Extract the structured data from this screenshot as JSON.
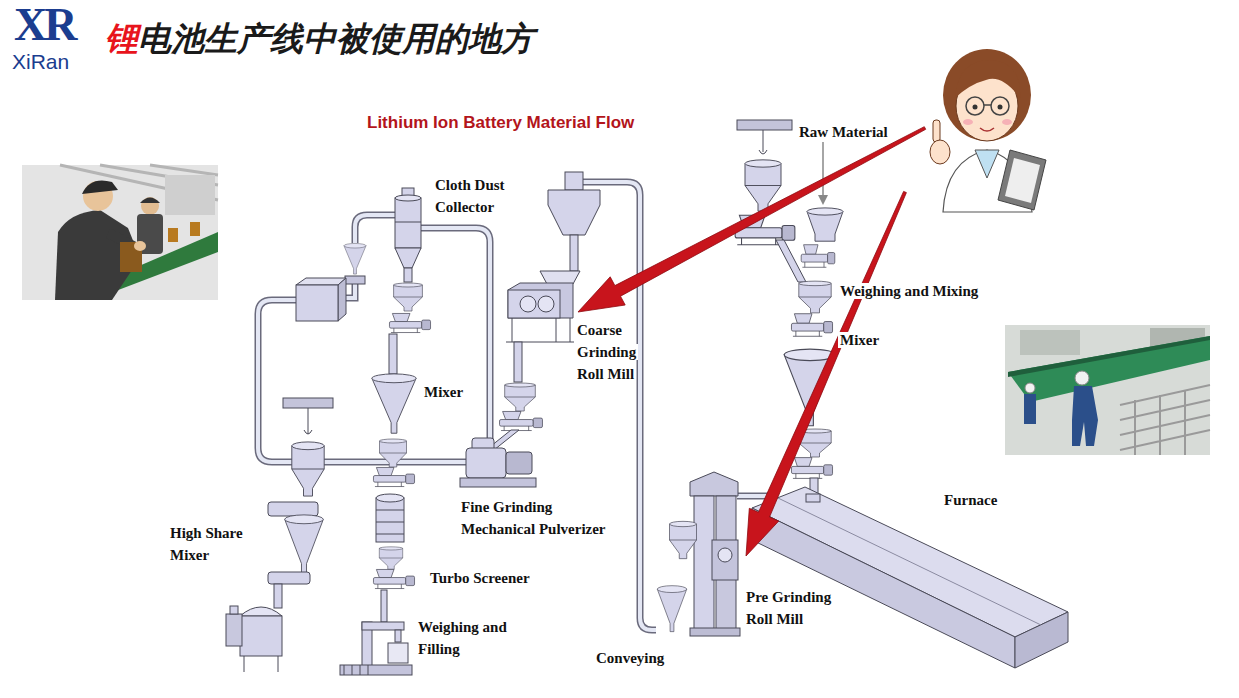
{
  "diagram": {
    "title": "锂电池生产线中被使用的地方",
    "labels": [
      "XR",
      "XiRan",
      "Lithium Ion Battery Material Flow",
      "Cloth Dust Collector",
      "Raw Material",
      "Weighing and Mixing",
      "Mixer",
      "Coarse Grinding Roll Mill",
      "Mixer",
      "Furnace",
      "Fine Grinding Mechanical Pulverizer",
      "High Share Mixer",
      "Turbo Screener",
      "Pre Grinding Roll Mill",
      "Weighing and Filling",
      "Conveying"
    ]
  }
}
